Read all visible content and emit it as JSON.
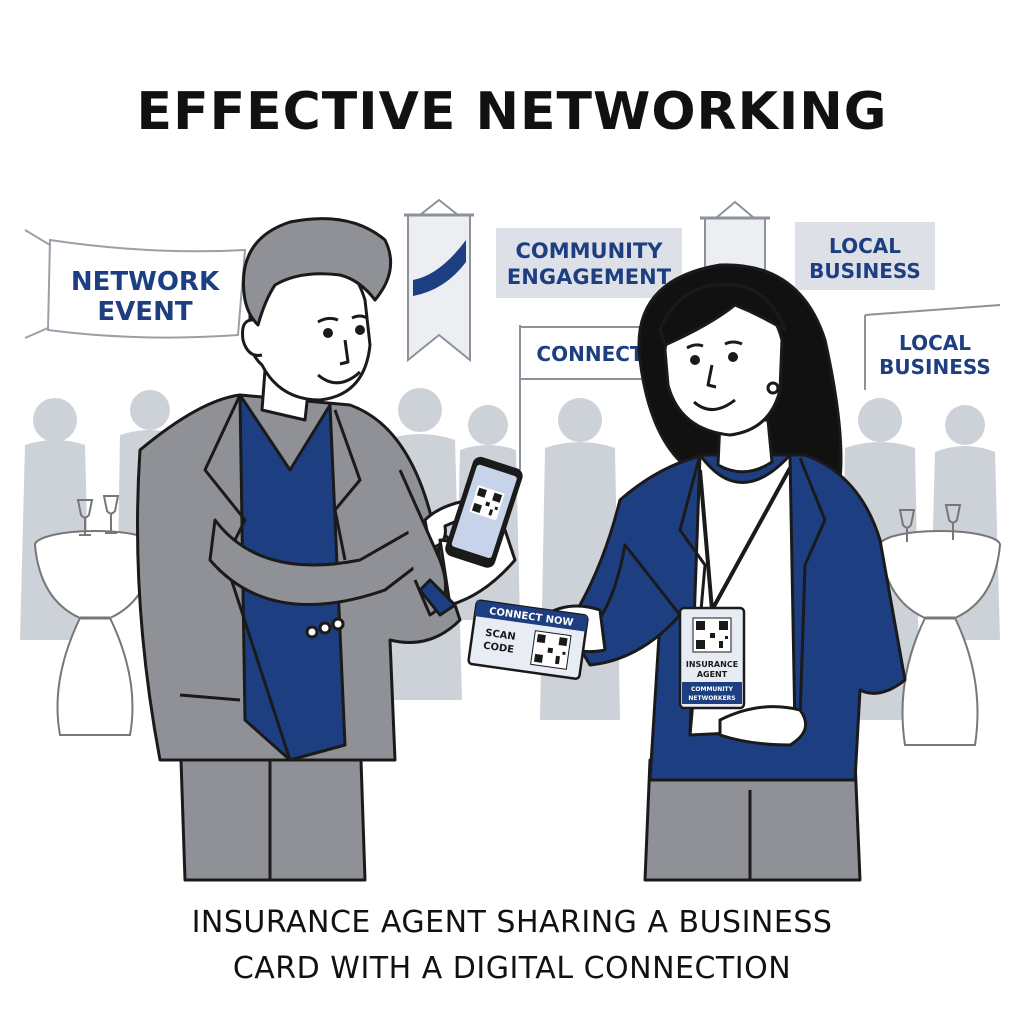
{
  "title": "EFFECTIVE NETWORKING",
  "caption": {
    "line1": "INSURANCE AGENT SHARING A BUSINESS",
    "line2": "CARD WITH A DIGITAL CONNECTION"
  },
  "signs": {
    "network_event_1": "NETWORK",
    "network_event_2": "EVENT",
    "community_1": "COMMUNITY",
    "community_2": "ENGAGEMENT",
    "local_business_top_1": "LOCAL",
    "local_business_top_2": "BUSINESS",
    "connect": "CONNECT",
    "local_business_right_1": "LOCAL",
    "local_business_right_2": "BUSINESS"
  },
  "business_card": {
    "header": "CONNECT NOW",
    "scan_1": "SCAN",
    "scan_2": "CODE"
  },
  "badge": {
    "role_1": "INSURANCE",
    "role_2": "AGENT",
    "footer_1": "COMMUNITY",
    "footer_2": "NETWORKERS"
  },
  "colors": {
    "navy": "#1d3f82",
    "suit_gray": "#8f9196",
    "background_gray": "#cfd3da",
    "line": "#1a1a1a"
  },
  "icons": [
    "qr-code-icon",
    "smartphone-icon",
    "wine-glass-icon"
  ]
}
